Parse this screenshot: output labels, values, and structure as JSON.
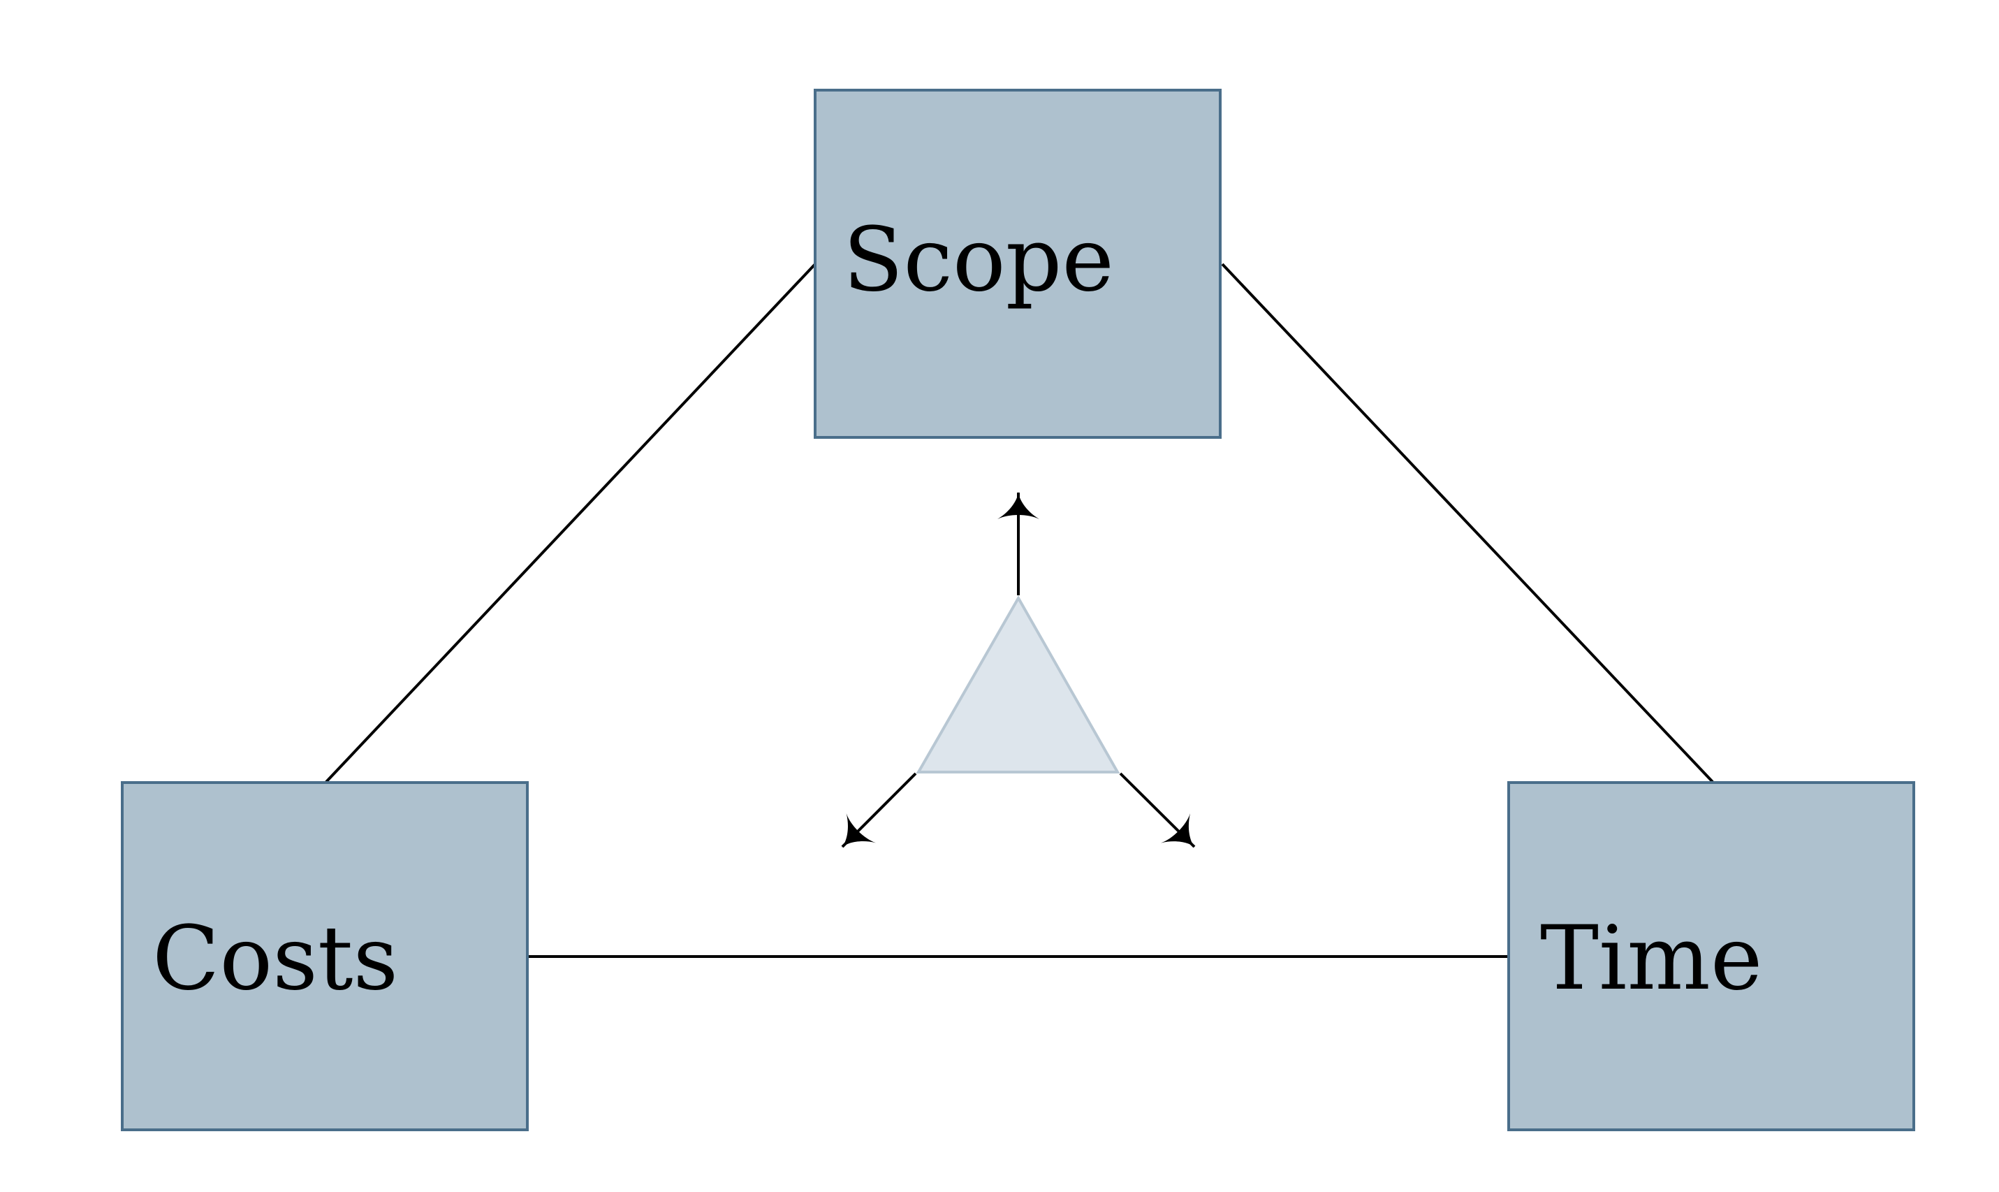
{
  "diagram": {
    "nodes": {
      "scope": {
        "label": "Scope"
      },
      "costs": {
        "label": "Costs"
      },
      "time": {
        "label": "Time"
      }
    },
    "colors": {
      "box_fill": "#aec1ce",
      "box_stroke": "#4a6e8a",
      "triangle_fill": "#dde5ec",
      "triangle_stroke": "#b8c7d3",
      "line": "#000000"
    }
  }
}
